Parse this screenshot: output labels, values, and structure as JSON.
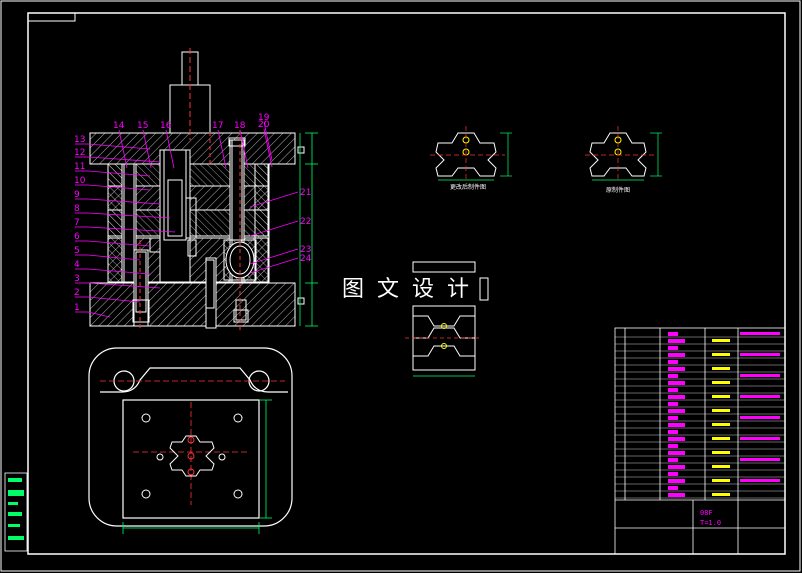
{
  "part_numbers": {
    "left": [
      "13",
      "12",
      "11",
      "10",
      "9",
      "8",
      "7",
      "6",
      "5",
      "4",
      "3",
      "2",
      "1"
    ],
    "top": [
      "14",
      "15",
      "16",
      "17",
      "18",
      "19",
      "20"
    ],
    "right": [
      "21",
      "22",
      "23",
      "24"
    ]
  },
  "detail_labels": {
    "modified": "更改后制件图",
    "original": "原制件图"
  },
  "watermark": "图 文 设 计",
  "title_block": {
    "material": "08F",
    "thickness": "T=1.0"
  },
  "colors": {
    "background": "#000000",
    "outline": "#ffffff",
    "leader": "#ff00ff",
    "centerline": "#ff3333",
    "dimension": "#00ff66",
    "hatch": "#ffffff",
    "text_magenta": "#ff00ff",
    "text_yellow": "#ffff00"
  }
}
